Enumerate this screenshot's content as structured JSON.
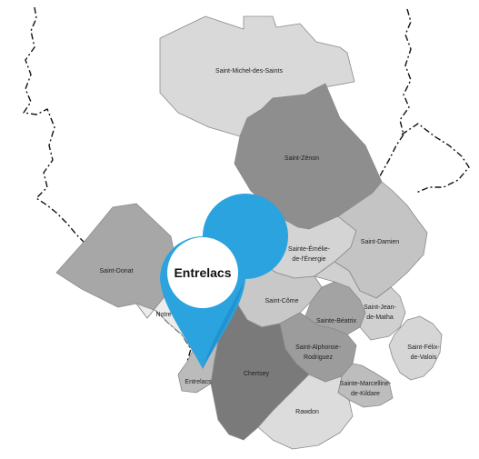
{
  "map": {
    "colors": {
      "light": "#d9d9d9",
      "medium": "#b9b9b9",
      "dark": "#8e8e8e",
      "darker": "#7a7a7a",
      "pale": "#ececec",
      "pin_blue": "#2ba3df",
      "pin_blue_dark": "#1c86c2"
    },
    "highlighted_municipality": "Entrelacs",
    "pin_icon": "map-pin-icon",
    "regions": [
      {
        "id": "saint-michel",
        "name": "Saint-Michel-des-Saints"
      },
      {
        "id": "saint-zenon",
        "name": "Saint-Zénon"
      },
      {
        "id": "saint-donat",
        "name": "Saint-Donat"
      },
      {
        "id": "notre-dame",
        "name": "Notre-Dame-de-la-Merci"
      },
      {
        "id": "saint-emile",
        "name": "Sainte-Émélie-de-l'Énergie"
      },
      {
        "id": "saint-damien",
        "name": "Saint-Damien"
      },
      {
        "id": "saint-come",
        "name": "Saint-Côme"
      },
      {
        "id": "sainte-beatrix",
        "name": "Sainte-Béatrix"
      },
      {
        "id": "saint-jean",
        "name": "Saint-Jean-de-Matha"
      },
      {
        "id": "saint-alphonse",
        "name": "Saint-Alphonse-Rodriguez"
      },
      {
        "id": "saint-felix",
        "name": "Saint-Félix-de-Valois"
      },
      {
        "id": "chertsey",
        "name": "Chertsey"
      },
      {
        "id": "entrelacs",
        "name": "Entrelacs"
      },
      {
        "id": "sainte-marcelline",
        "name": "Sainte-Marcelline-de-Kildare"
      },
      {
        "id": "rawdon",
        "name": "Rawdon"
      }
    ],
    "labels": {
      "saint_michel": "Saint-Michel-des-Saints",
      "saint_zenon": "Saint-Zénon",
      "saint_donat": "Saint-Donat",
      "notre_dame": "Notre",
      "saint_emile_1": "Sainte-Émélie-",
      "saint_emile_2": "de-l'Énergie",
      "saint_damien": "Saint-Damien",
      "saint_come": "Saint-Côme",
      "sainte_beatrix": "Sainte-Béatrix",
      "saint_jean_1": "Saint-Jean-",
      "saint_jean_2": "de-Matha",
      "saint_alphonse_1": "Saint-Alphonse-",
      "saint_alphonse_2": "Rodriguez",
      "saint_felix_1": "Saint-Félix-",
      "saint_felix_2": "de-Valois",
      "chertsey": "Chertsey",
      "entrelacs": "Entrelacs",
      "sainte_marcelline_1": "Sainte-Marcelline-",
      "sainte_marcelline_2": "de-Kildare",
      "rawdon": "Rawdon",
      "pin_label": "Entrelacs"
    }
  }
}
